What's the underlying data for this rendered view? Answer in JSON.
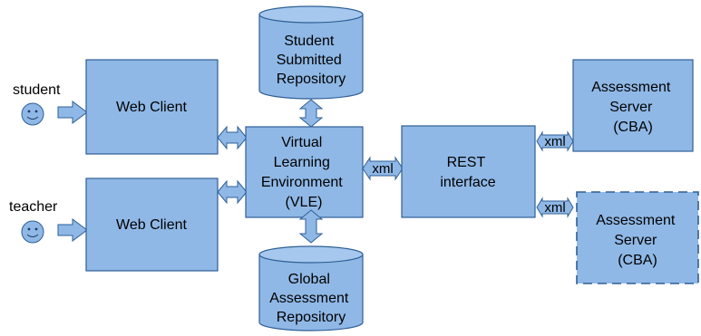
{
  "actors": {
    "student": "student",
    "teacher": "teacher"
  },
  "web_client_top": {
    "label": "Web Client"
  },
  "web_client_bottom": {
    "label": "Web Client"
  },
  "vle": {
    "lines": [
      "Virtual",
      "Learning",
      "Environment",
      "(VLE)"
    ]
  },
  "student_repo": {
    "lines": [
      "Student",
      "Submitted",
      "Repository"
    ]
  },
  "global_repo": {
    "lines": [
      "Global",
      "Assessment",
      "Repository"
    ]
  },
  "rest": {
    "lines": [
      "REST",
      "interface"
    ]
  },
  "assessment_server_top": {
    "lines": [
      "Assessment",
      "Server",
      "(CBA)"
    ]
  },
  "assessment_server_bottom": {
    "lines": [
      "Assessment",
      "Server",
      "(CBA)"
    ]
  },
  "connectors": {
    "vle_rest": "xml",
    "rest_server_top": "xml",
    "rest_server_bottom": "xml"
  },
  "colors": {
    "fill": "#8fb8e6",
    "stroke": "#2f5f96"
  }
}
